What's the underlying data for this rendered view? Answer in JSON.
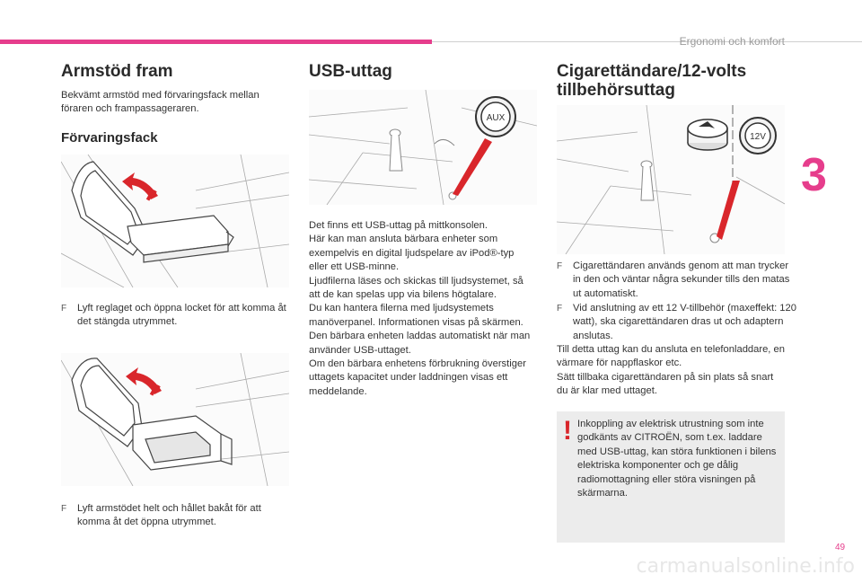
{
  "header": {
    "section": "Ergonomi och komfort",
    "chapter": "3",
    "page_number": "49"
  },
  "watermark": "carmanualsonline.info",
  "armrest": {
    "title": "Armstöd fram",
    "intro": "Bekvämt armstöd med förvaringsfack mellan föraren och frampassageraren.",
    "storage_title": "Förvaringsfack",
    "bullet_marker": "F",
    "step1": "Lyft reglaget och öppna locket för att komma åt det stängda utrymmet.",
    "step2": "Lyft armstödet helt och hållet bakåt för att komma åt det öppna utrymmet."
  },
  "usb": {
    "title": "USB-uttag",
    "aux_label": "AUX",
    "body": "Det finns ett USB-uttag på mittkonsolen.\nHär kan man ansluta bärbara enheter som exempelvis en digital ljudspelare av iPod®-typ eller ett USB-minne.\nLjudfilerna läses och skickas till ljudsystemet, så att de kan spelas upp via bilens högtalare.\nDu kan hantera filerna med ljudsystemets manöverpanel. Informationen visas på skärmen.\nDen bärbara enheten laddas automatiskt när man använder USB-uttaget.\nOm den bärbara enhetens förbrukning överstiger uttagets kapacitet under laddningen visas ett meddelande."
  },
  "cigar": {
    "title": "Cigarettändare/12-volts tillbehörsuttag",
    "socket_label": "12V",
    "bullet_marker": "F",
    "bullet1": "Cigarettändaren används genom att man trycker in den och väntar några sekunder tills den matas ut automatiskt.",
    "bullet2": "Vid anslutning av ett 12 V-tillbehör (maxeffekt: 120 watt), ska cigarettändaren dras ut och adaptern anslutas.",
    "body": "Till detta uttag kan du ansluta en telefonladdare, en värmare för nappflaskor etc.\nSätt tillbaka cigarettändaren på sin plats så snart du är klar med uttaget.",
    "warning_icon": "!",
    "warning": "Inkoppling av elektrisk utrustning som inte godkänts av CITROËN, som t.ex. laddare med USB-uttag, kan störa funktionen i bilens elektriska komponenter och ge dålig radiomottagning eller störa visningen på skärmarna."
  },
  "colors": {
    "accent": "#e63d8c",
    "arrow": "#d9262b",
    "warning_bg": "#ececec"
  }
}
